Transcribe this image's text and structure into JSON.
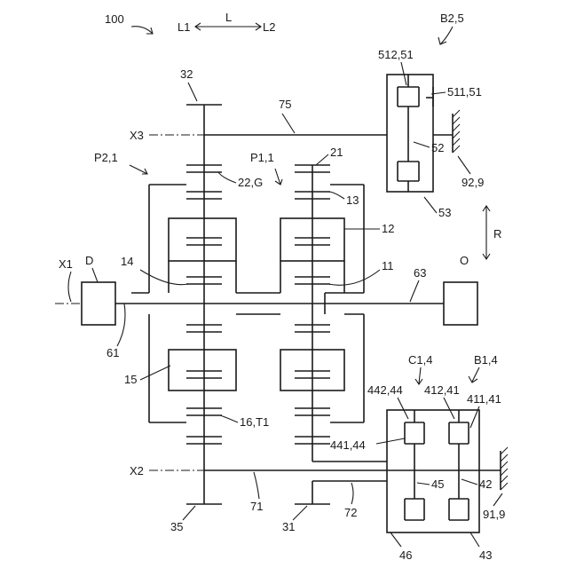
{
  "figure_ref": "100",
  "direction": {
    "left": "L1",
    "axis": "L",
    "right": "L2"
  },
  "labels": {
    "b2_5": "B2,5",
    "g512_51": "512,51",
    "g511_51": "511,51",
    "n32": "32",
    "n75": "75",
    "x3": "X3",
    "n52": "52",
    "n92_9": "92,9",
    "n21": "21",
    "p1_1": "P1,1",
    "p2_1": "P2,1",
    "g22": "22,G",
    "n13": "13",
    "n53": "53",
    "r": "R",
    "n12": "12",
    "x1": "X1",
    "d": "D",
    "o": "O",
    "n14": "14",
    "n63": "63",
    "n11": "11",
    "n61": "61",
    "c1_4": "C1,4",
    "b1_4": "B1,4",
    "n15": "15",
    "g442": "442,44",
    "g412": "412,41",
    "g411": "411,41",
    "g16": "16,T1",
    "g441": "441,44",
    "x2": "X2",
    "n45": "45",
    "n42": "42",
    "n35": "35",
    "n71": "71",
    "n31": "31",
    "n72": "72",
    "n91_9": "91,9",
    "n46": "46",
    "n43": "43"
  }
}
